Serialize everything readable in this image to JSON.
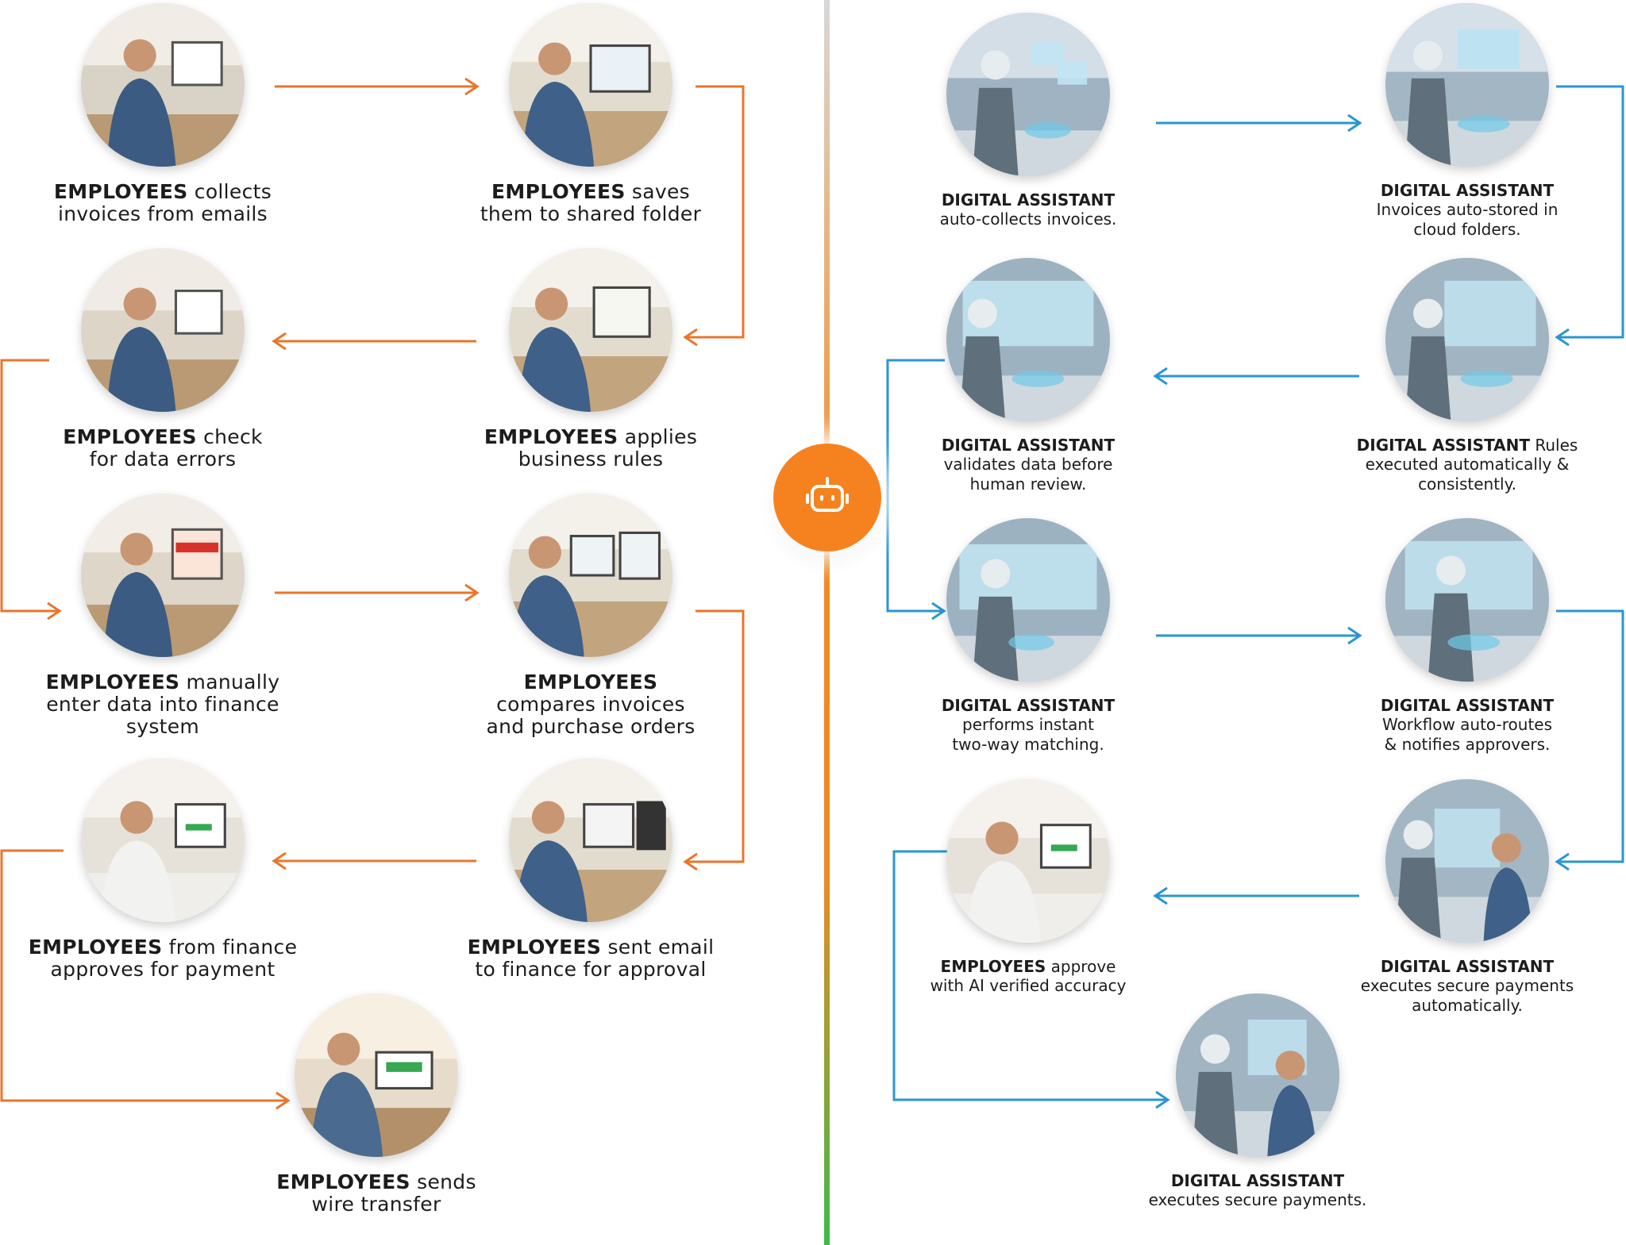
{
  "hub": {
    "icon": "robot-icon",
    "color": "#f6821f"
  },
  "colors": {
    "manual_arrow": "#e8762c",
    "auto_arrow": "#2a96d1",
    "divider_top": "#d8d8d8",
    "divider_mid": "#f28a22",
    "divider_bottom": "#3dbb4a"
  },
  "manual": {
    "steps": [
      {
        "bold": "EMPLOYEES",
        "rest": " collects",
        "line2": "invoices from emails",
        "line3": ""
      },
      {
        "bold": "EMPLOYEES",
        "rest": " saves",
        "line2": "them to shared folder",
        "line3": ""
      },
      {
        "bold": "EMPLOYEES",
        "rest": " check",
        "line2": "for data errors",
        "line3": ""
      },
      {
        "bold": "EMPLOYEES",
        "rest": " applies",
        "line2": "business rules",
        "line3": ""
      },
      {
        "bold": "EMPLOYEES",
        "rest": "  manually",
        "line2": "enter data into finance",
        "line3": "system"
      },
      {
        "bold": "EMPLOYEES",
        "rest": "",
        "line2": "compares invoices",
        "line3": "and purchase orders"
      },
      {
        "bold": "EMPLOYEES",
        "rest": " from finance",
        "line2": "approves for payment",
        "line3": ""
      },
      {
        "bold": "EMPLOYEES",
        "rest": " sent email",
        "line2": "to finance for approval",
        "line3": ""
      },
      {
        "bold": "EMPLOYEES",
        "rest": " sends",
        "line2": "wire transfer",
        "line3": ""
      }
    ]
  },
  "automated": {
    "steps": [
      {
        "bold": "DIGITAL ASSISTANT",
        "rest": "",
        "line2": "auto-collects invoices.",
        "line3": ""
      },
      {
        "bold": "DIGITAL ASSISTANT",
        "rest": "",
        "line2": "Invoices auto-stored in",
        "line3": "cloud folders."
      },
      {
        "bold": "DIGITAL ASSISTANT",
        "rest": "",
        "line2": "validates data before",
        "line3": "human review."
      },
      {
        "bold": "DIGITAL ASSISTANT",
        "rest": " Rules",
        "line2": "executed automatically &",
        "line3": "consistently."
      },
      {
        "bold": "DIGITAL ASSISTANT",
        "rest": "",
        "line2": "performs instant",
        "line3": "two-way matching."
      },
      {
        "bold": "DIGITAL ASSISTANT",
        "rest": "",
        "line2": "Workflow auto-routes",
        "line3": "& notifies approvers."
      },
      {
        "bold": "EMPLOYEES",
        "rest": "  approve",
        "line2": "with AI verified accuracy",
        "line3": ""
      },
      {
        "bold": "DIGITAL ASSISTANT",
        "rest": "",
        "line2": "executes secure payments",
        "line3": "automatically."
      },
      {
        "bold": "DIGITAL ASSISTANT",
        "rest": "",
        "line2": "executes secure payments.",
        "line3": ""
      }
    ]
  }
}
